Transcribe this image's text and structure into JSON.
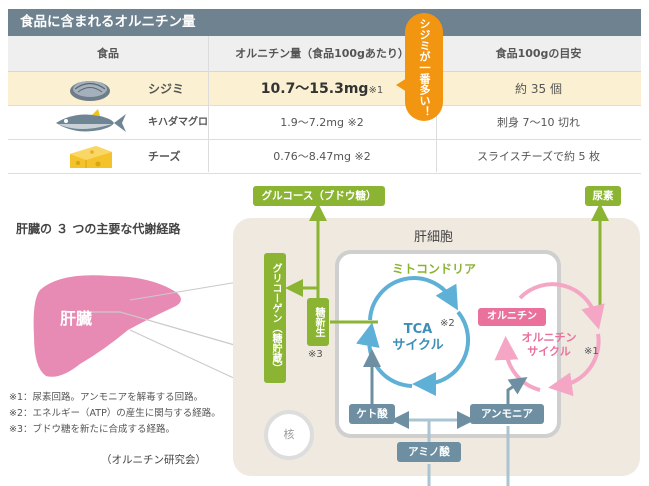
{
  "table": {
    "title": "食品に含まれるオルニチン量",
    "headers": {
      "food": "食品",
      "amount": "オルニチン量（食品100gあたり）",
      "guide": "食品100gの目安"
    },
    "callout": "シジミが一番多い！",
    "rows": [
      {
        "icon": "clam-icon",
        "name": "シジミ",
        "amount": "10.7〜15.3mg",
        "note": "※1",
        "guide": "約 35 個"
      },
      {
        "icon": "tuna-icon",
        "name": "キハダマグロ",
        "amount": "1.9〜7.2mg",
        "note": "※2",
        "guide": "刺身 7〜10 切れ"
      },
      {
        "icon": "cheese-icon",
        "name": "チーズ",
        "amount": "0.76〜8.47mg",
        "note": "※2",
        "guide": "スライスチーズで約 5 枚"
      }
    ],
    "colors": {
      "header_bar": "#6e8290",
      "highlight_row": "#fbf1d2",
      "callout": "#f29511"
    }
  },
  "diagram": {
    "title": "肝臓の ３ つの主要な代謝経路",
    "liver_label": "肝臓",
    "hepatocyte_label": "肝細胞",
    "mitochondria_label": "ミトコンドリア",
    "nucleus_label": "核",
    "boxes": {
      "glucose": "グルコース（ブドウ糖）",
      "urea": "尿素",
      "glycogen": "グリコーゲン（糖貯蔵）",
      "gluconeogenesis": "糖新生",
      "ketone": "ケト酸",
      "ammonia": "アンモニア",
      "amino_acid": "アミノ酸",
      "ornithine": "オルニチン"
    },
    "gluconeogenesis_note": "※3",
    "tca": {
      "line1": "TCA",
      "line2": "サイクル",
      "note": "※2"
    },
    "ornithine_cycle": {
      "line1": "オルニチン",
      "line2": "サイクル",
      "note": "※1"
    },
    "footnotes": [
      "※1：尿素回路。アンモニアを解毒する回路。",
      "※2：エネルギー（ATP）の産生に関与する経路。",
      "※3：ブドウ糖を新たに合成する経路。"
    ],
    "credit": "（オルニチン研究会）",
    "colors": {
      "green": "#8bb432",
      "blue": "#6e8fa1",
      "tca": "#3d8fb6",
      "ornithine": "#e9719c",
      "liver": "#e88bb4"
    }
  }
}
